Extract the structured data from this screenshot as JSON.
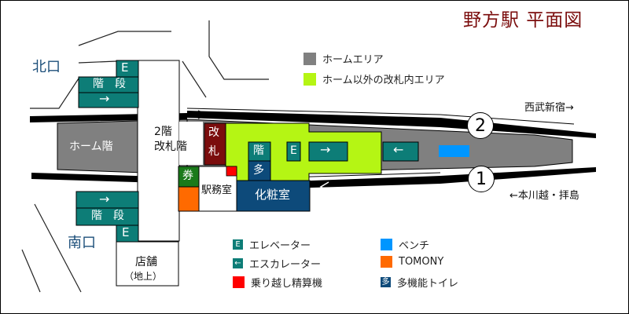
{
  "title": "野方駅 平面図",
  "colors": {
    "platform": "#808080",
    "gate_area": "#b5f514",
    "teal": "#0d7d77",
    "ticket_gate": "#7b0d0d",
    "ticket_machine": "#1a7a1a",
    "tomony": "#ff6a00",
    "bench": "#0096ff",
    "fare_adjust": "#ff0000",
    "toilet": "#0d4a7a",
    "title": "#7b0d0d",
    "exit_label": "#1c4f7a"
  },
  "exits": {
    "north": "北口",
    "south": "南口"
  },
  "map": {
    "platform_label": "ホーム階",
    "concourse_label_line1": "2階",
    "concourse_label_line2": "改札階",
    "north_elevator": "E",
    "north_stairs": "階　段",
    "north_escalator": "→",
    "south_escalator": "→",
    "south_stairs": "階　段",
    "south_elevator": "E",
    "ticket_gate_line1": "改",
    "ticket_gate_line2": "札",
    "ticket_machine": "券",
    "station_office": "駅務室",
    "stairs_inside": "階",
    "multi_toilet": "多",
    "elevator_inside": "E",
    "escalator_up": "→",
    "escalator_down": "←",
    "restroom": "化粧室",
    "shop_line1": "店舗",
    "shop_line2": "（地上）",
    "track_2": "2",
    "track_1": "1",
    "direction_up": "西武新宿→",
    "direction_down": "←本川越・拝島"
  },
  "legend_top": [
    {
      "icon": "platform-swatch",
      "label": "ホームエリア",
      "color": "#808080"
    },
    {
      "icon": "gate-area-swatch",
      "label": "ホーム以外の改札内エリア",
      "color": "#b5f514"
    }
  ],
  "legend_bottom": [
    {
      "icon": "elevator-icon",
      "glyph": "E",
      "label": "エレベーター",
      "color": "#0d7d77"
    },
    {
      "icon": "escalator-icon",
      "glyph": "←",
      "label": "エスカレーター",
      "color": "#0d7d77"
    },
    {
      "icon": "fare-adjust-swatch",
      "glyph": "",
      "label": "乗り越し精算機",
      "color": "#ff0000"
    },
    {
      "icon": "bench-swatch",
      "glyph": "",
      "label": "ベンチ",
      "color": "#0096ff"
    },
    {
      "icon": "tomony-swatch",
      "glyph": "",
      "label": "TOMONY",
      "color": "#ff6a00"
    },
    {
      "icon": "toilet-icon",
      "glyph": "多",
      "label": "多機能トイレ",
      "color": "#0d4a7a"
    }
  ]
}
